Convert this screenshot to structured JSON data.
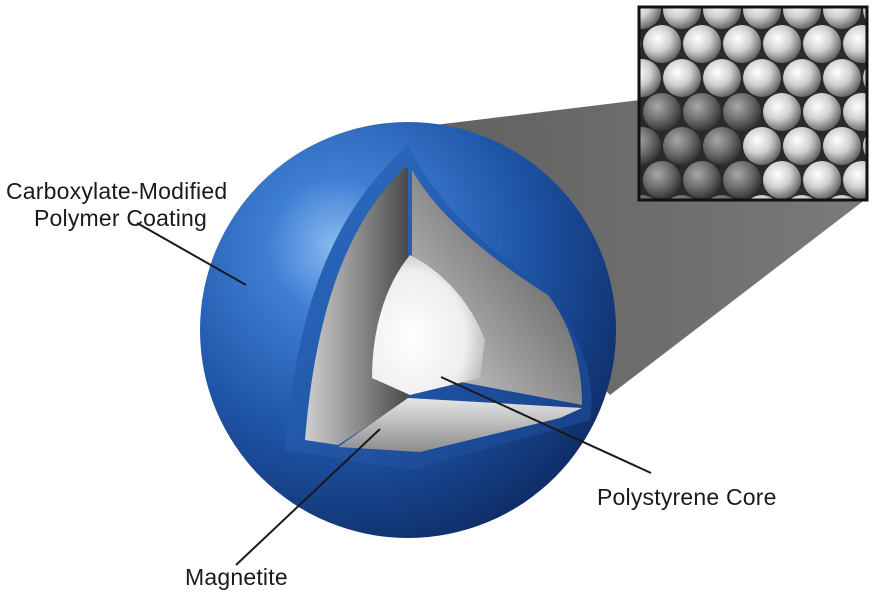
{
  "labels": {
    "coating_line1": "Carboxylate-Modified",
    "coating_line2": "Polymer Coating",
    "core": "Polystyrene Core",
    "magnetite": "Magnetite"
  },
  "colors": {
    "coating_blue": "#1f55a8",
    "coating_highlight": "#7fb2ee",
    "magnetite_gray": "#8a8a8a",
    "core_white": "#f6f6f6",
    "inset_cone": "#6e6e6e",
    "leader_line": "#1a1a1a"
  },
  "inset": {
    "content": "SEM micrograph of packed spherical beads"
  }
}
